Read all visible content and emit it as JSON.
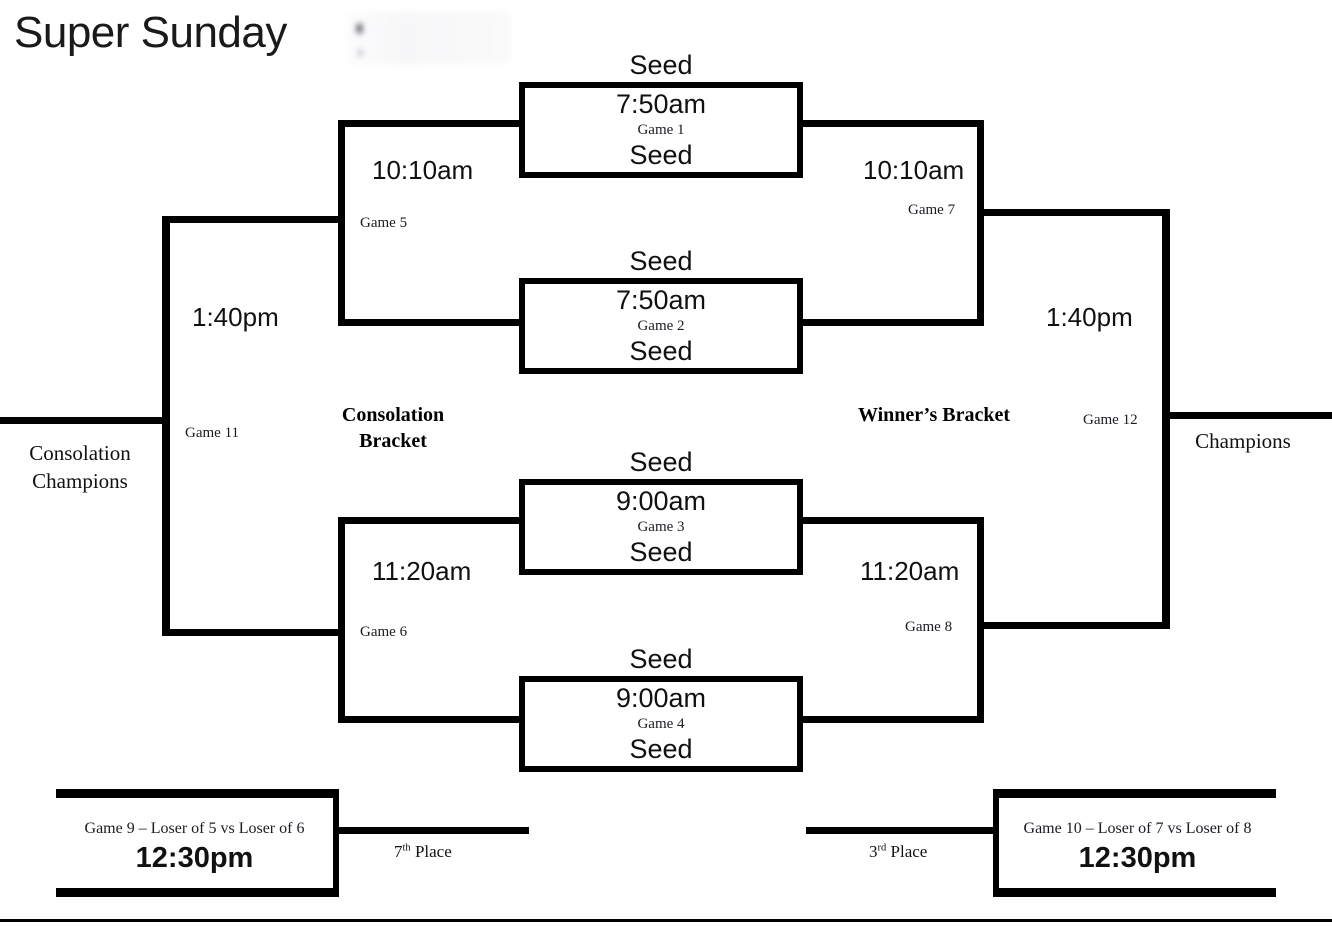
{
  "page": {
    "title": "Super Sunday",
    "title_redacted_suffix": ""
  },
  "brackets": {
    "consolation_heading": "Consolation\nBracket",
    "winners_heading": "Winner’s\nBracket",
    "consolation_champions_label": "Consolation\nChampions",
    "champions_label": "Champions"
  },
  "seed_label": "Seed",
  "games": {
    "game1": {
      "name": "Game 1",
      "time": "7:50am",
      "seed_top": "Seed",
      "seed_bottom": "Seed"
    },
    "game2": {
      "name": "Game 2",
      "time": "7:50am",
      "seed_top": "Seed",
      "seed_bottom": "Seed"
    },
    "game3": {
      "name": "Game 3",
      "time": "9:00am",
      "seed_top": "Seed",
      "seed_bottom": "Seed"
    },
    "game4": {
      "name": "Game 4",
      "time": "9:00am",
      "seed_top": "Seed",
      "seed_bottom": "Seed"
    },
    "game5": {
      "name": "Game 5",
      "time": "10:10am"
    },
    "game6": {
      "name": "Game 6",
      "time": "11:20am"
    },
    "game7": {
      "name": "Game 7",
      "time": "10:10am"
    },
    "game8": {
      "name": "Game 8",
      "time": "11:20am"
    },
    "game9": {
      "description": "Game 9 – Loser of 5 vs Loser of 6",
      "time": "12:30pm",
      "place_prefix": "7",
      "place_suffix": "th",
      "place_word": " Place"
    },
    "game10": {
      "description": "Game 10 – Loser of 7 vs Loser of 8",
      "time": "12:30pm",
      "place_prefix": "3",
      "place_suffix": "rd",
      "place_word": " Place"
    },
    "game11": {
      "name": "Game 11",
      "time": "1:40pm"
    },
    "game12": {
      "name": "Game 12",
      "time": "1:40pm"
    }
  },
  "colors": {
    "line": "#000000",
    "background": "#ffffff",
    "text": "#111111"
  }
}
